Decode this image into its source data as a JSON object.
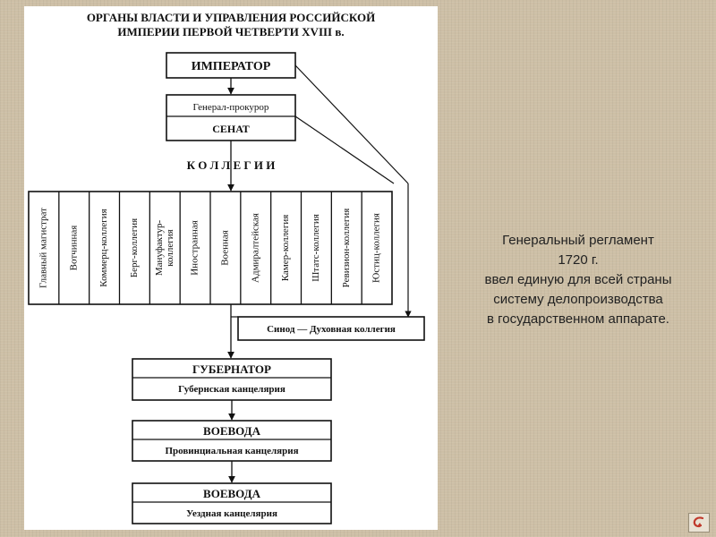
{
  "title": {
    "line1": "ОРГАНЫ ВЛАСТИ И УПРАВЛЕНИЯ РОССИЙСКОЙ",
    "line2": "ИМПЕРИИ ПЕРВОЙ ЧЕТВЕРТИ XVIII в."
  },
  "nodes": {
    "emperor": "ИМПЕРАТОР",
    "procurator": "Генерал-прокурор",
    "senate": "СЕНАТ",
    "collegia_header": "К О Л Л Е Г И И",
    "synod": "Синод — Духовная коллегия",
    "governor": "ГУБЕРНАТОР",
    "gubernia_office": "Губернская канцелярия",
    "voevoda_province": "ВОЕВОДА",
    "province_office": "Провинциальная канцелярия",
    "voevoda_uezd": "ВОЕВОДА",
    "uezd_office": "Уездная канцелярия"
  },
  "collegia": [
    [
      "Главный магистрат"
    ],
    [
      "Вотчинная"
    ],
    [
      "Коммерц-коллегия"
    ],
    [
      "Берг-коллегия"
    ],
    [
      "Мануфактур-",
      "коллегия"
    ],
    [
      "Иностранная"
    ],
    [
      "Военная"
    ],
    [
      "Адмиралтейская"
    ],
    [
      "Камер-коллегия"
    ],
    [
      "Штатс-коллегия"
    ],
    [
      "Ревизион-коллегия"
    ],
    [
      "Юстиц-коллегия"
    ]
  ],
  "side_text": [
    "Генеральный регламент",
    "1720 г.",
    "ввел единую для всей страны",
    "систему делопроизводства",
    "в государственном аппарате."
  ],
  "nav": {
    "icon": "return-arrow-icon",
    "color": "#c0392b"
  }
}
